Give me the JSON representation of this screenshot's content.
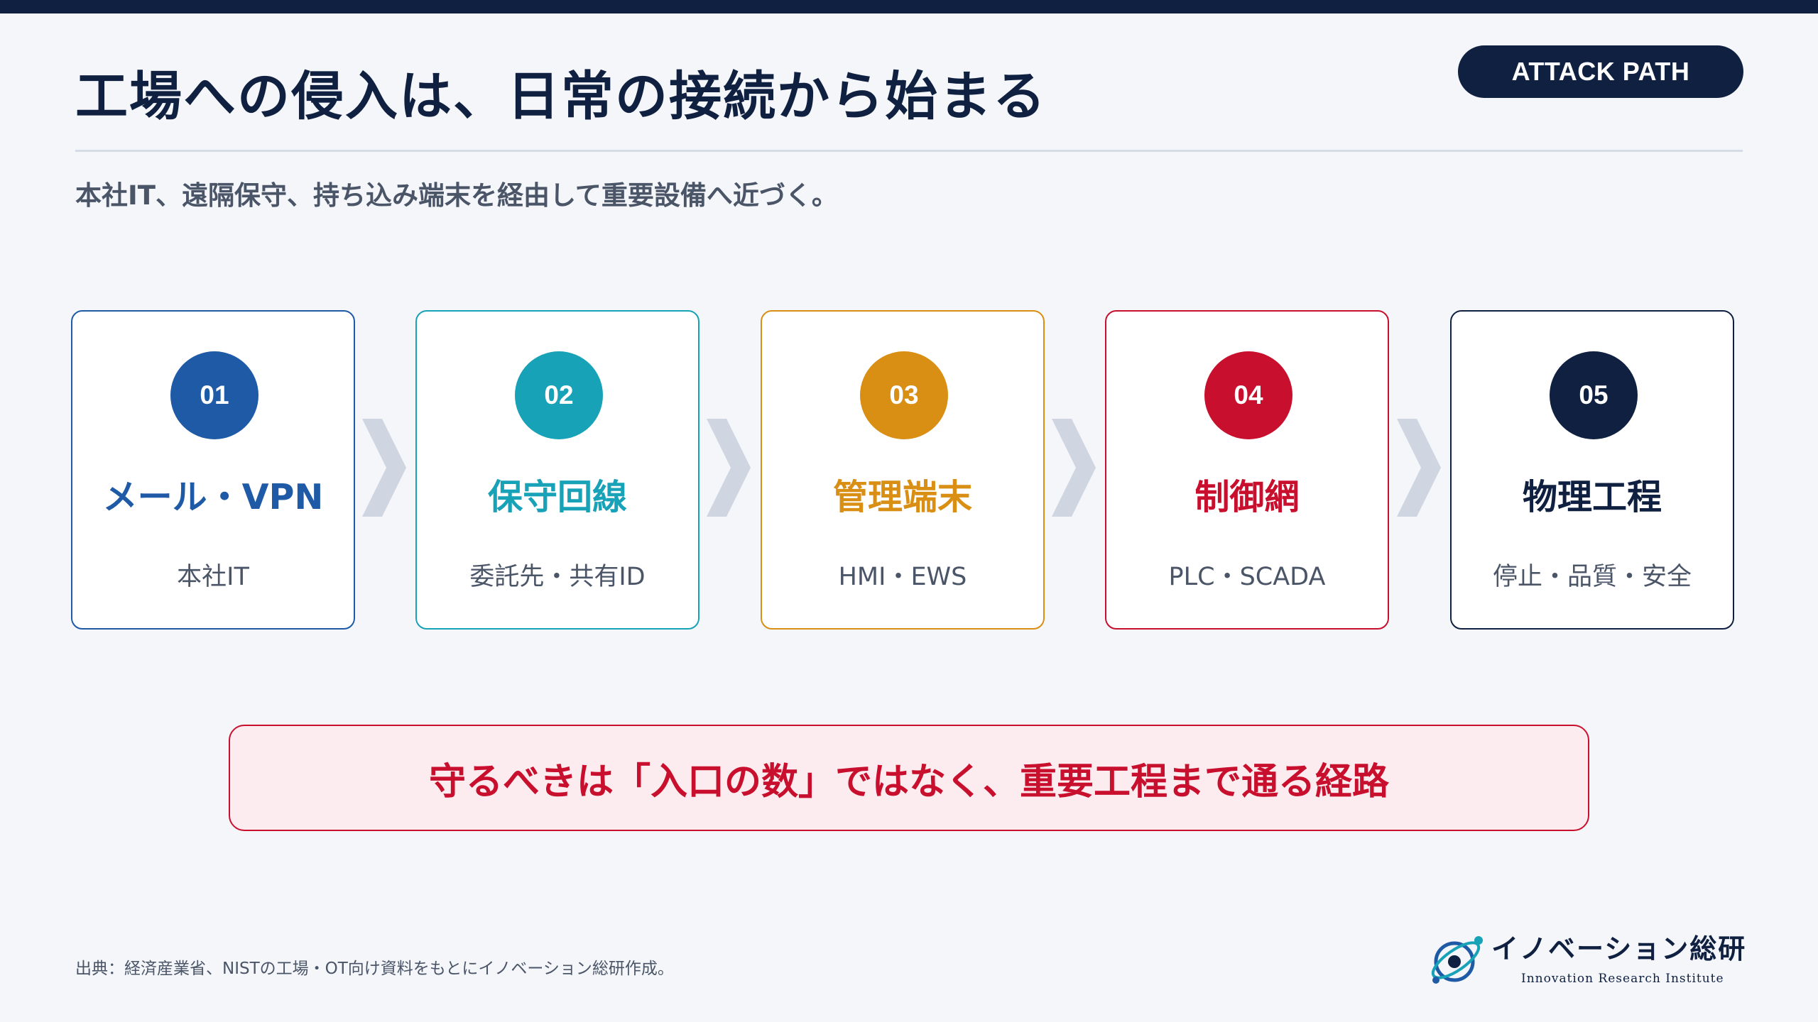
{
  "header": {
    "title": "工場への侵入は、日常の接続から始まる",
    "badge": "ATTACK PATH",
    "subtitle": "本社IT、遠隔保守、持ち込み端末を経由して重要設備へ近づく。"
  },
  "colors": {
    "navy": "#0f2040",
    "blue": "#1f5aa6",
    "teal": "#17a2b8",
    "orange": "#d98e14",
    "red": "#c8102e",
    "chevron": "#cfd6e1"
  },
  "steps": [
    {
      "num": "01",
      "title": "メール・VPN",
      "sub": "本社IT"
    },
    {
      "num": "02",
      "title": "保守回線",
      "sub": "委託先・共有ID"
    },
    {
      "num": "03",
      "title": "管理端末",
      "sub": "HMI・EWS"
    },
    {
      "num": "04",
      "title": "制御網",
      "sub": "PLC・SCADA"
    },
    {
      "num": "05",
      "title": "物理工程",
      "sub": "停止・品質・安全"
    }
  ],
  "callout": "守るべきは「入口の数」ではなく、重要工程まで通る経路",
  "footer": {
    "source": "出典：経済産業省、NISTの工場・OT向け資料をもとにイノベーション総研作成。",
    "logo_name": "イノベーション総研",
    "logo_en": "Innovation Research Institute"
  }
}
